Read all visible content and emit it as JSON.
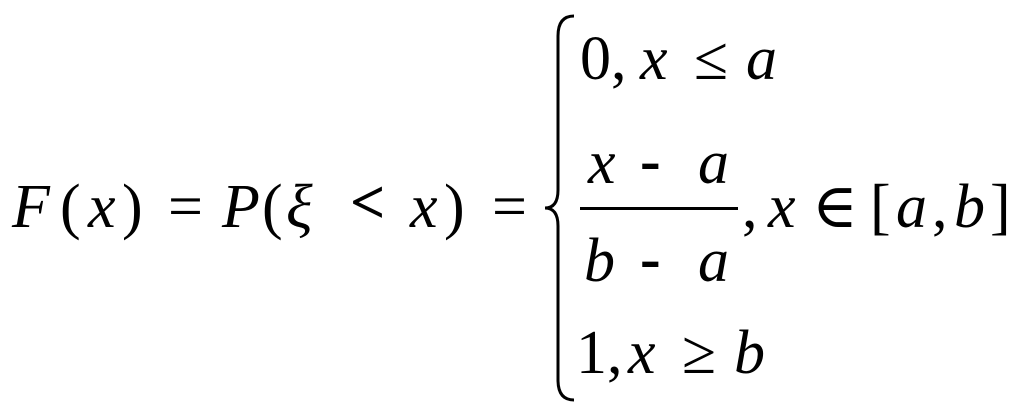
{
  "formula": {
    "lhs": {
      "F": "F",
      "lparen1": "(",
      "x1": "x",
      "rparen1": ")",
      "eq1": "=",
      "P": "P",
      "lparen2": "(",
      "xi": "ξ",
      "lt": "<",
      "x2": "x",
      "rparen2": ")",
      "eq2": "="
    },
    "cases": [
      {
        "value": "0,",
        "var": "x",
        "rel": "≤",
        "bound": "a"
      },
      {
        "numerator": {
          "var": "x",
          "op": "-",
          "sub": "a"
        },
        "denominator": {
          "var": "b",
          "op": "-",
          "sub": "a"
        },
        "comma": ",",
        "var": "x",
        "rel": "∈",
        "lbracket": "[",
        "lo": "a",
        "sep": ",",
        "hi": "b",
        "rbracket": "]"
      },
      {
        "value": "1,",
        "var": "x",
        "rel": "≥",
        "bound": "b"
      }
    ]
  }
}
